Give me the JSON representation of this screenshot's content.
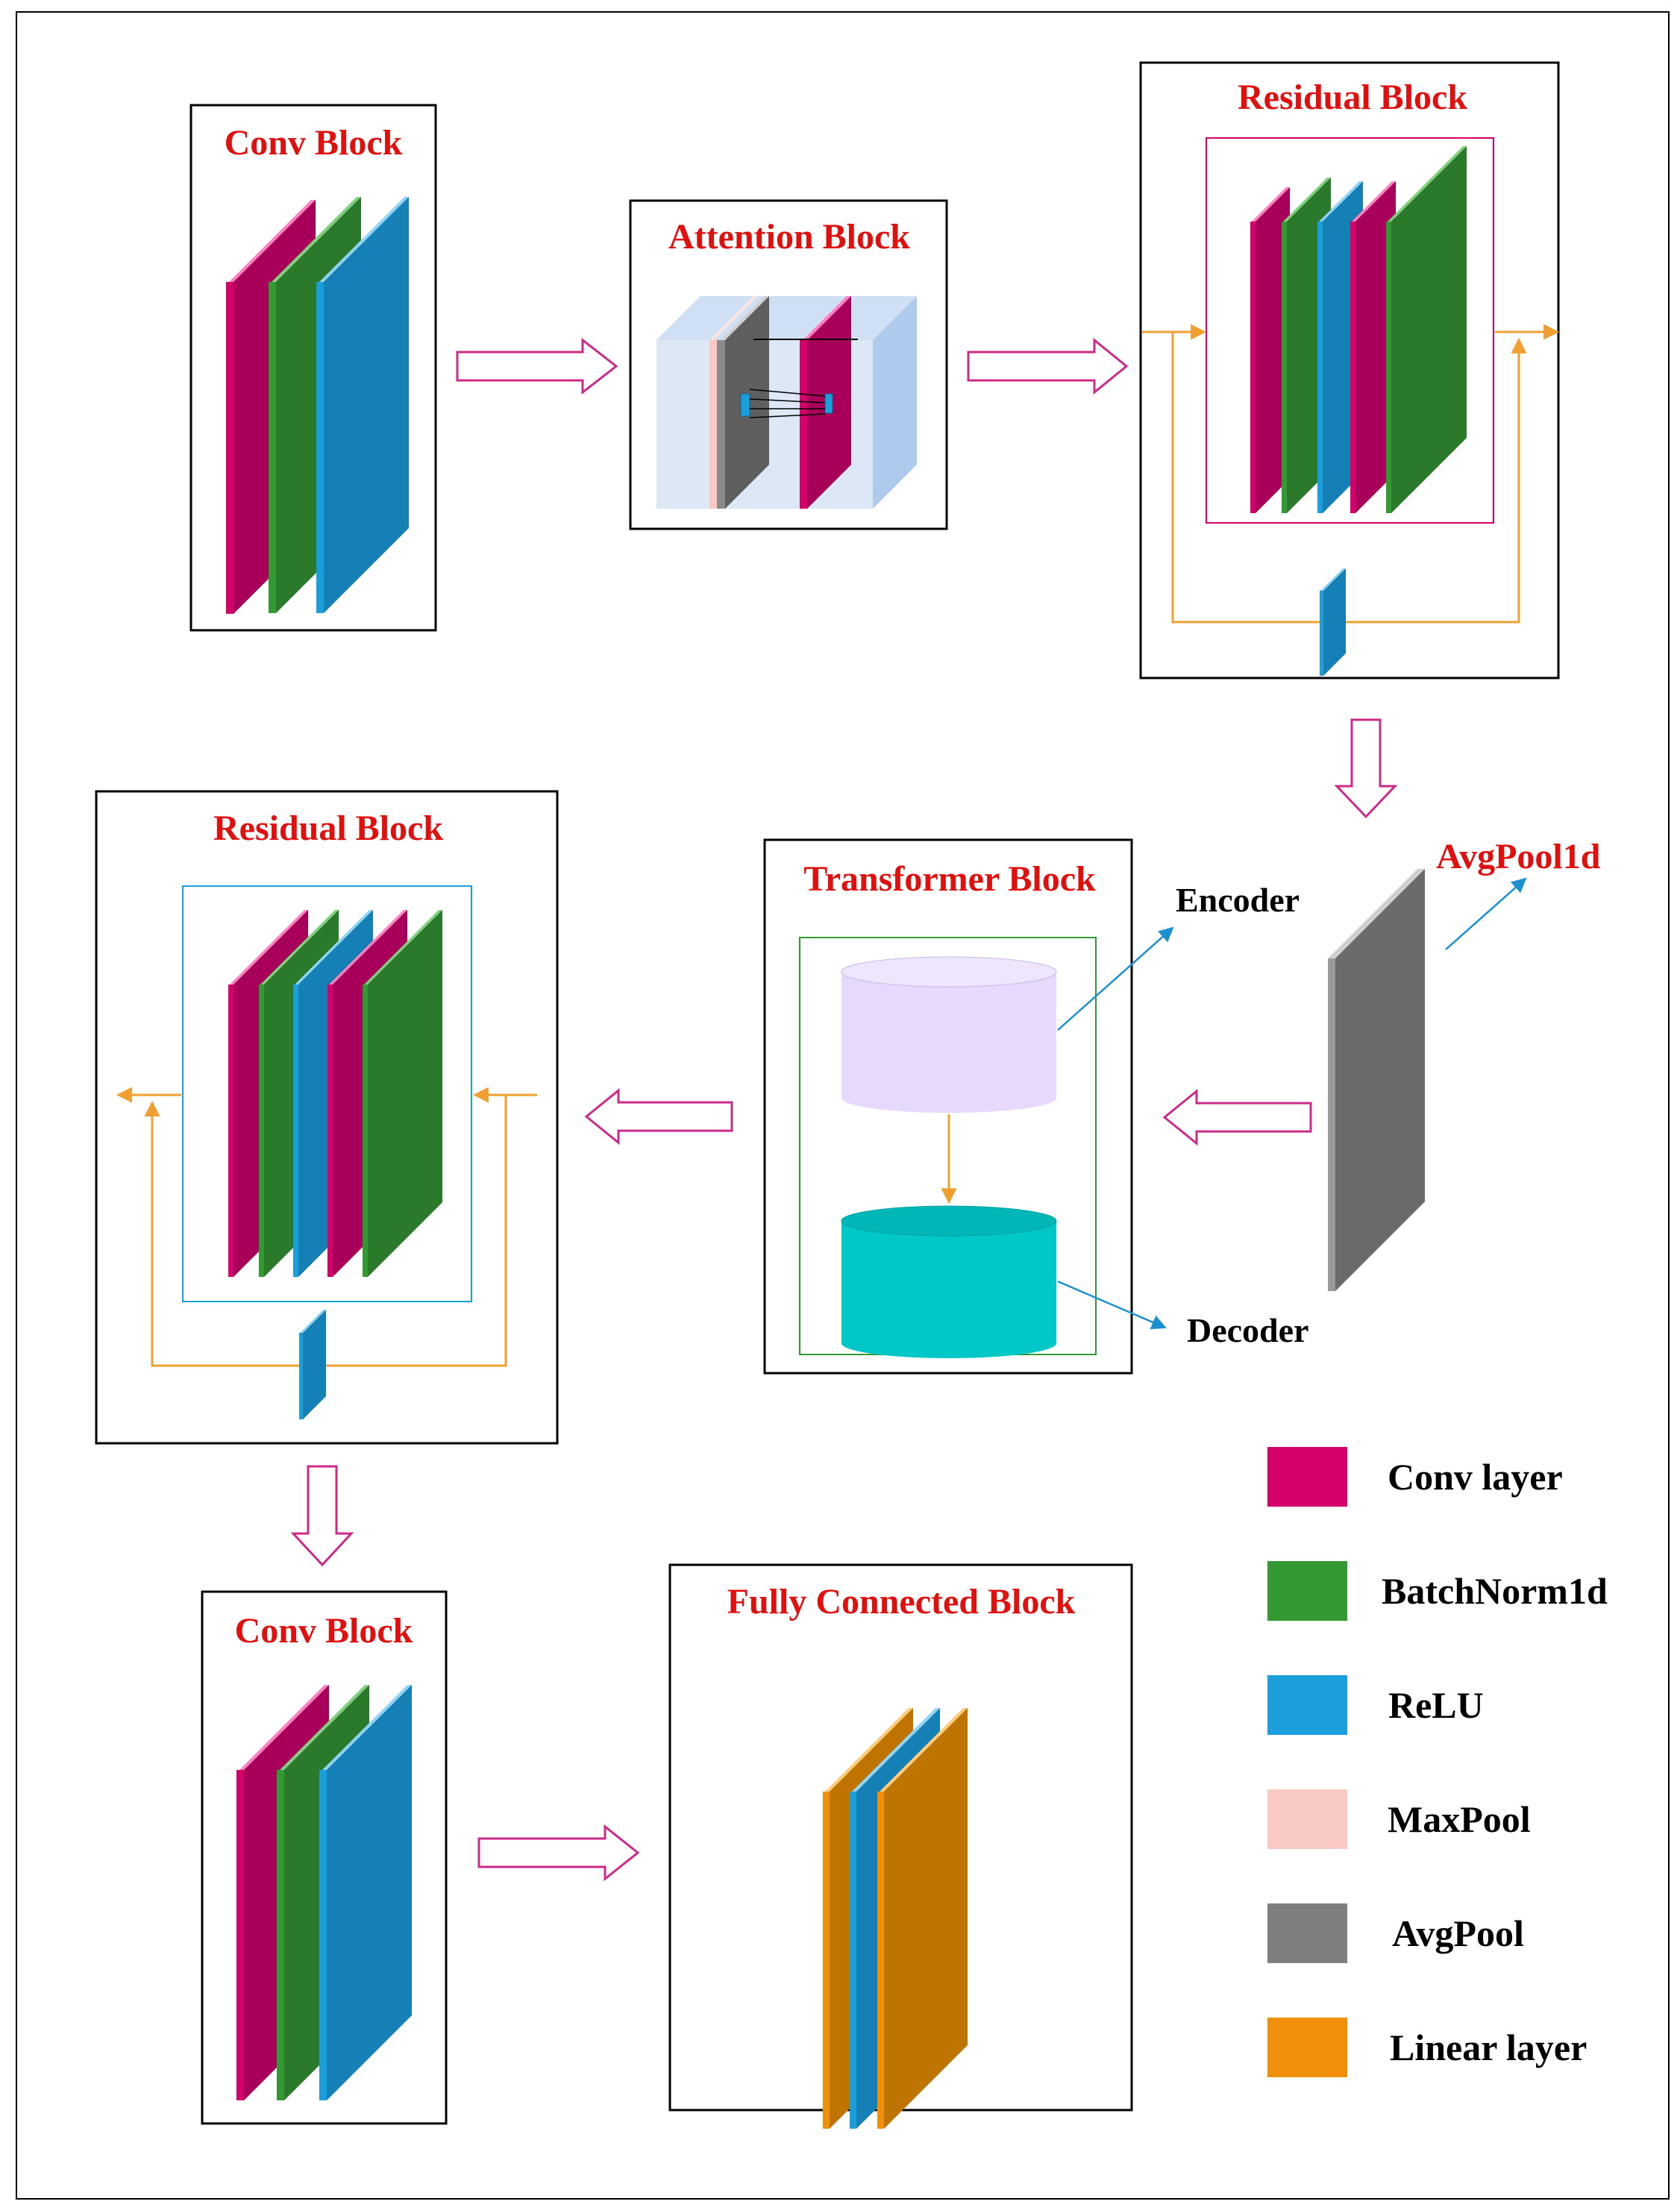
{
  "blocks": {
    "conv_block_1": "Conv Block",
    "attention_block": "Attention Block",
    "residual_block_1": "Residual Block",
    "residual_block_2": "Residual Block",
    "transformer_block": "Transformer Block",
    "conv_block_2": "Conv Block",
    "fully_connected_block": "Fully Connected Block"
  },
  "labels": {
    "avgpool1d": "AvgPool1d",
    "encoder": "Encoder",
    "decoder": "Decoder"
  },
  "legend": [
    {
      "label": "Conv layer",
      "color": "#d6006b"
    },
    {
      "label": "BatchNorm1d",
      "color": "#339933"
    },
    {
      "label": "ReLU",
      "color": "#1b9fdc"
    },
    {
      "label": "MaxPool",
      "color": "#f9c9c4"
    },
    {
      "label": "AvgPool",
      "color": "#7f7f7f"
    },
    {
      "label": "Linear layer",
      "color": "#f0900a"
    }
  ],
  "colors": {
    "conv": "#a8005a",
    "batchnorm": "#2b7a2b",
    "relu": "#1580b5",
    "avgpool": "#6a6a6a",
    "linear": "#c07400",
    "flow_arrow": "#cc2a8a",
    "skip_line": "#f0a030",
    "pointer": "#1a90d0",
    "title": "#e0100f"
  }
}
